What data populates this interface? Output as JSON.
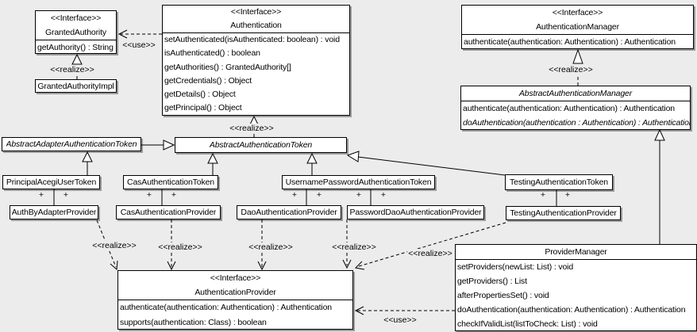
{
  "diagram": {
    "background": "#ececec",
    "box_fill": "#ffffff",
    "border_color": "#000000",
    "shadow_color": "#9a9a9a"
  },
  "labels": {
    "interface": "<<Interface>>",
    "realize": "<<realize>>",
    "use": "<<use>>",
    "plus": "+"
  },
  "classes": {
    "granted_authority": {
      "name": "GrantedAuthority",
      "methods": [
        "getAuthority() : String"
      ]
    },
    "granted_authority_impl": {
      "name": "GrantedAuthorityImpl"
    },
    "authentication": {
      "name": "Authentication",
      "methods": [
        "setAuthenticated(isAuthenticated: boolean) : void",
        "isAuthenticated() : boolean",
        "getAuthorities() : GrantedAuthority[]",
        "getCredentials() : Object",
        "getDetails() : Object",
        "getPrincipal() : Object"
      ]
    },
    "authentication_manager": {
      "name": "AuthenticationManager",
      "methods": [
        "authenticate(authentication: Authentication) : Authentication"
      ]
    },
    "abstract_authentication_manager": {
      "name": "AbstractAuthenticationManager",
      "methods": [
        "authenticate(authentication: Authentication) : Authentication",
        "doAuthentication(authentication : Authentication) : Authentication"
      ]
    },
    "abstract_adapter_authentication_token": {
      "name": "AbstractAdapterAuthenticationToken"
    },
    "abstract_authentication_token": {
      "name": "AbstractAuthenticationToken"
    },
    "principal_acegi_user_token": {
      "name": "PrincipalAcegiUserToken"
    },
    "cas_authentication_token": {
      "name": "CasAuthenticationToken"
    },
    "username_password_authentication_token": {
      "name": "UsernamePasswordAuthenticationToken"
    },
    "testing_authentication_token": {
      "name": "TestingAuthenticationToken"
    },
    "auth_by_adapter_provider": {
      "name": "AuthByAdapterProvider"
    },
    "cas_authentication_provider": {
      "name": "CasAuthenticationProvider"
    },
    "dao_authentication_provider": {
      "name": "DaoAuthenticationProvider"
    },
    "password_dao_authentication_provider": {
      "name": "PasswordDaoAuthenticationProvider"
    },
    "testing_authentication_provider": {
      "name": "TestingAuthenticationProvider"
    },
    "authentication_provider": {
      "name": "AuthenticationProvider",
      "methods": [
        "authenticate(authentication: Authentication) : Authentication",
        "supports(authentication: Class) : boolean"
      ]
    },
    "provider_manager": {
      "name": "ProviderManager",
      "methods": [
        "setProviders(newList: List) : void",
        "getProviders() : List",
        "afterPropertiesSet() : void",
        "doAuthentication(authentication: Authentication) : Authentication",
        "checkIfValidList(listToCheck: List) : void"
      ]
    }
  }
}
